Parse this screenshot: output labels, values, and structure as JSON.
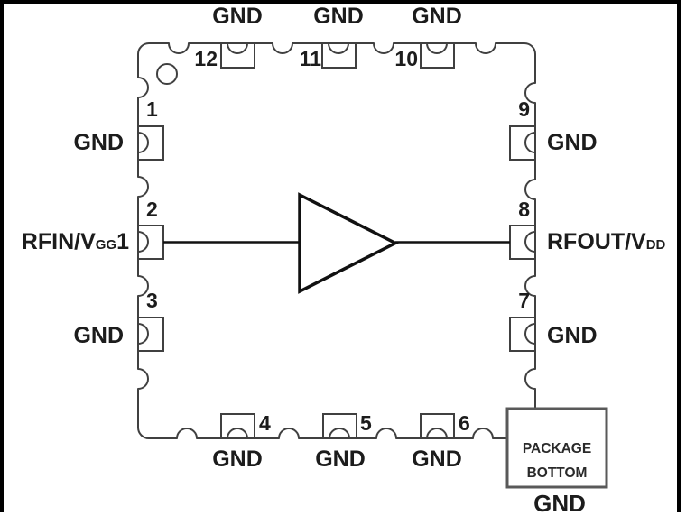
{
  "package": {
    "description": "12-pin QFN package pinout with amplifier symbol",
    "pins": [
      {
        "num": "1",
        "label": "GND"
      },
      {
        "num": "2",
        "label": "RFIN/V",
        "label_sub": "GG",
        "label_end": "1"
      },
      {
        "num": "3",
        "label": "GND"
      },
      {
        "num": "4",
        "label": "GND"
      },
      {
        "num": "5",
        "label": "GND"
      },
      {
        "num": "6",
        "label": "GND"
      },
      {
        "num": "7",
        "label": "GND"
      },
      {
        "num": "8",
        "label": "RFOUT/V",
        "label_sub": "DD",
        "label_end": ""
      },
      {
        "num": "9",
        "label": "GND"
      },
      {
        "num": "10",
        "label": "GND"
      },
      {
        "num": "11",
        "label": "GND"
      },
      {
        "num": "12",
        "label": "GND"
      }
    ],
    "center_symbol": "amplifier-triangle",
    "bottom_pad": {
      "line1": "PACKAGE",
      "line2": "BOTTOM",
      "label": "GND"
    },
    "colors": {
      "outline": "#404040",
      "symbol": "#111111",
      "text": "#1c1c1c",
      "box_border": "#595959",
      "frame": "#000000",
      "background": "#ffffff"
    }
  }
}
